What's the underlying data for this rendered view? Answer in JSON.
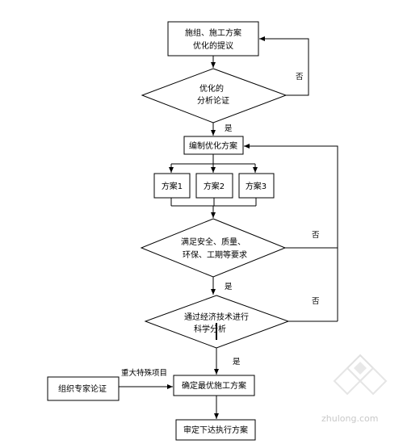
{
  "nodes": {
    "proposal": [
      "施组、施工方案",
      "优化的提议"
    ],
    "analysis": [
      "优化的",
      "分析论证"
    ],
    "compile": "编制优化方案",
    "plan1": "方案1",
    "plan2": "方案2",
    "plan3": "方案3",
    "requirements": [
      "满足安全、质量、",
      "环保、工期等要求"
    ],
    "tech_econ": [
      "通过经济技术进行",
      "科学分析"
    ],
    "best_plan": "确定最优施工方案",
    "expert": "组织专家论证",
    "approve": "审定下达执行方案"
  },
  "labels": {
    "no1": "否",
    "yes1": "是",
    "no2": "否",
    "yes2": "是",
    "no3": "否",
    "yes3": "是",
    "major": "重大特殊项目"
  },
  "watermark": "zhulong.com"
}
